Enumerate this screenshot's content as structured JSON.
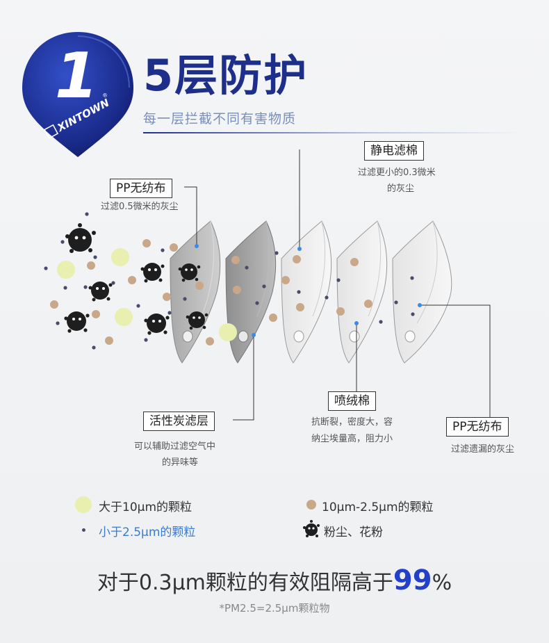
{
  "badge": {
    "number": "1",
    "brand": "XINTOWN",
    "reg": "®"
  },
  "header": {
    "title": "5层防护",
    "subtitle": "每一层拦截不同有害物质"
  },
  "layers": [
    {
      "name": "PP无纺布",
      "desc": [
        "过滤0.5微米的灰尘"
      ]
    },
    {
      "name": "活性炭滤层",
      "desc": [
        "可以辅助过滤空气中",
        "的异味等"
      ]
    },
    {
      "name": "静电滤棉",
      "desc": [
        "过滤更小的0.3微米",
        "的灰尘"
      ]
    },
    {
      "name": "喷绒棉",
      "desc": [
        "抗断裂，密度大，容",
        "纳尘埃量高，阻力小"
      ]
    },
    {
      "name": "PP无纺布",
      "desc": [
        "过滤遗漏的灰尘"
      ]
    }
  ],
  "legend": {
    "large": "大于10μm的颗粒",
    "medium": "10μm-2.5μm的颗粒",
    "small": "小于2.5μm的颗粒",
    "dust": "粉尘、花粉"
  },
  "colors": {
    "brand_blue": "#1d2f8a",
    "large_particle": "#e9efae",
    "medium_particle": "#c9a889",
    "small_particle": "#4a4a6a",
    "accent_blue": "#3a7bd5"
  },
  "summary": {
    "text": "对于0.3μm颗粒的有效阻隔高于",
    "percent_num": "99",
    "percent_sign": "%"
  },
  "note": "*PM2.5=2.5μm颗粒物"
}
